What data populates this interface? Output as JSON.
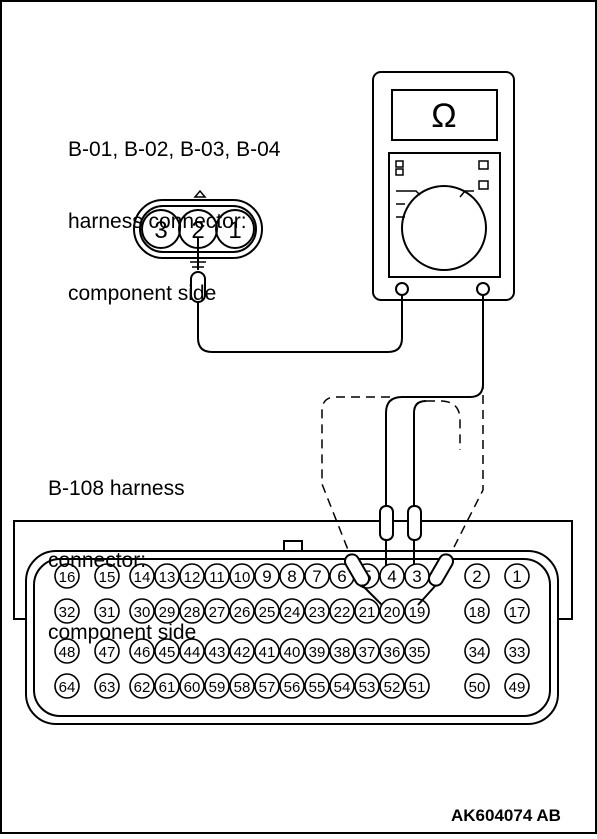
{
  "small_connector": {
    "label_lines": [
      "B-01, B-02, B-03, B-04",
      "harness connector:",
      "component side"
    ],
    "pins": [
      "3",
      "2",
      "1"
    ]
  },
  "meter": {
    "symbol": "Ω"
  },
  "ecu_connector": {
    "label_lines": [
      "B-108 harness",
      "connector:",
      "component side"
    ],
    "rows": [
      [
        "16",
        "15",
        "14",
        "13",
        "12",
        "11",
        "10",
        "9",
        "8",
        "7",
        "6",
        "5",
        "4",
        "3",
        "2",
        "1"
      ],
      [
        "32",
        "31",
        "30",
        "29",
        "28",
        "27",
        "26",
        "25",
        "24",
        "23",
        "22",
        "21",
        "20",
        "19",
        "18",
        "17"
      ],
      [
        "48",
        "47",
        "46",
        "45",
        "44",
        "43",
        "42",
        "41",
        "40",
        "39",
        "38",
        "37",
        "36",
        "35",
        "34",
        "33"
      ],
      [
        "64",
        "63",
        "62",
        "61",
        "60",
        "59",
        "58",
        "57",
        "56",
        "55",
        "54",
        "53",
        "52",
        "51",
        "50",
        "49"
      ]
    ]
  },
  "figure_id": "AK604074 AB"
}
